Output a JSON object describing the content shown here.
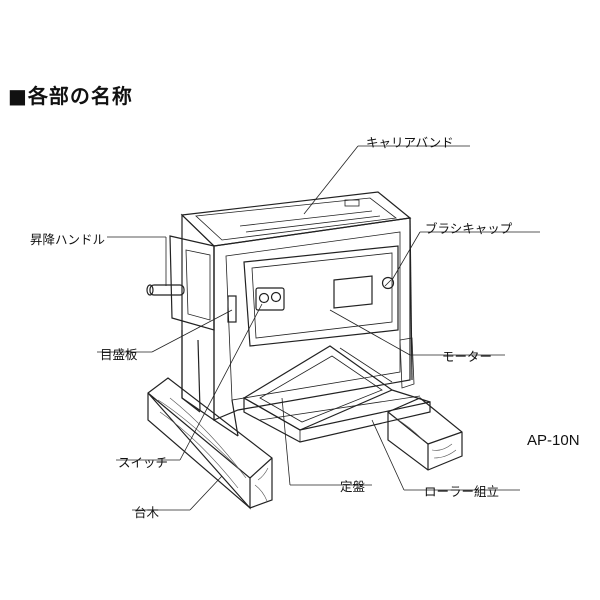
{
  "heading": "■各部の名称",
  "model": "AP-10N",
  "labels": {
    "carrier_band": "キャリアバンド",
    "lift_handle": "昇降ハンドル",
    "brush_cap": "ブラシキャップ",
    "scale_plate": "目盛板",
    "motor": "モーター",
    "switch": "スイッチ",
    "table": "定盤",
    "roller_assembly": "ローラー組立",
    "wood_base": "台木"
  }
}
